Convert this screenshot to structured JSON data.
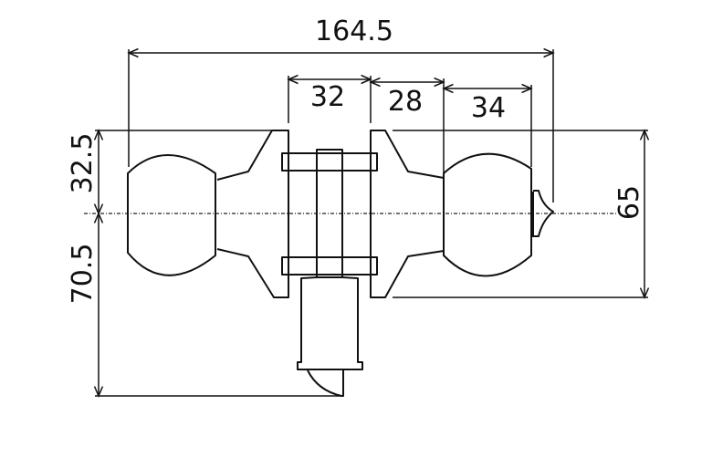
{
  "title": "Door knob lock dimensions",
  "dimensions": {
    "overall_width": "164.5",
    "chassis_width": "32",
    "rose_depth": "28",
    "knob_depth": "34",
    "top_to_center": "32.5",
    "center_to_latch": "70.5",
    "rose_height": "65"
  }
}
